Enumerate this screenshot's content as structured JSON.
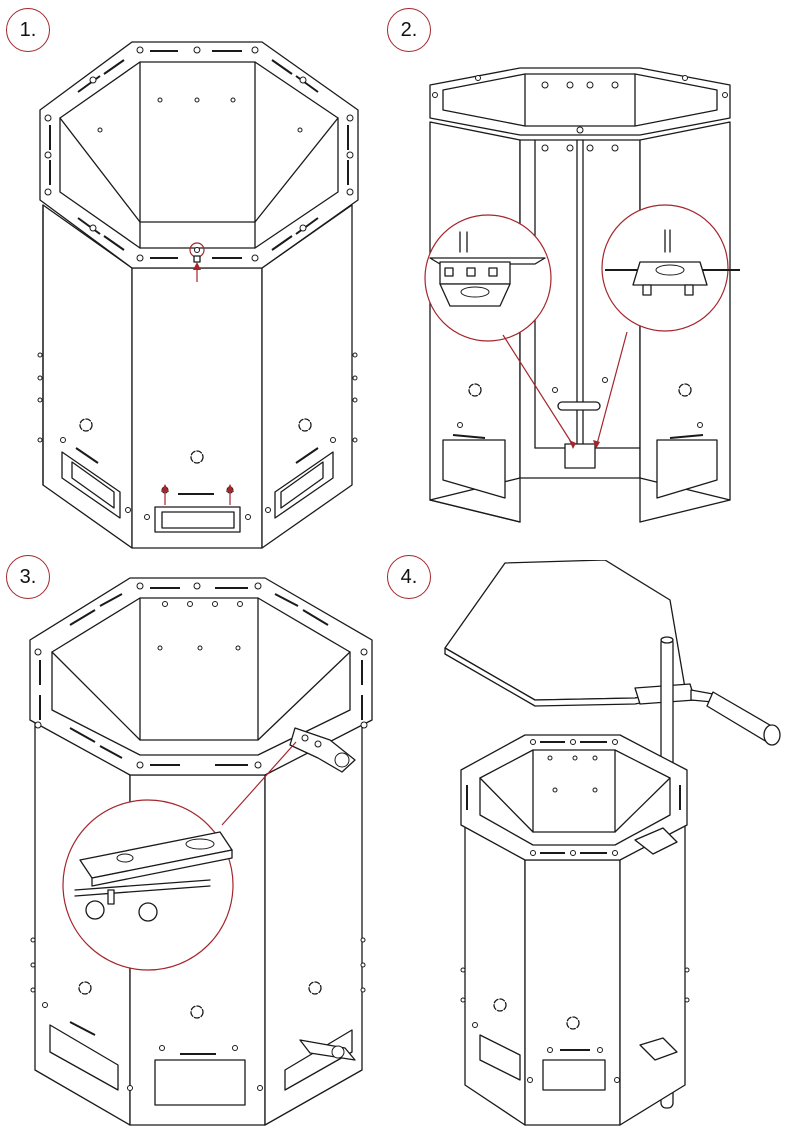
{
  "steps": [
    {
      "label": "1."
    },
    {
      "label": "2."
    },
    {
      "label": "3."
    },
    {
      "label": "4."
    }
  ],
  "colors": {
    "accent": "#a4262c",
    "line": "#1a1a1a",
    "background": "#ffffff"
  }
}
